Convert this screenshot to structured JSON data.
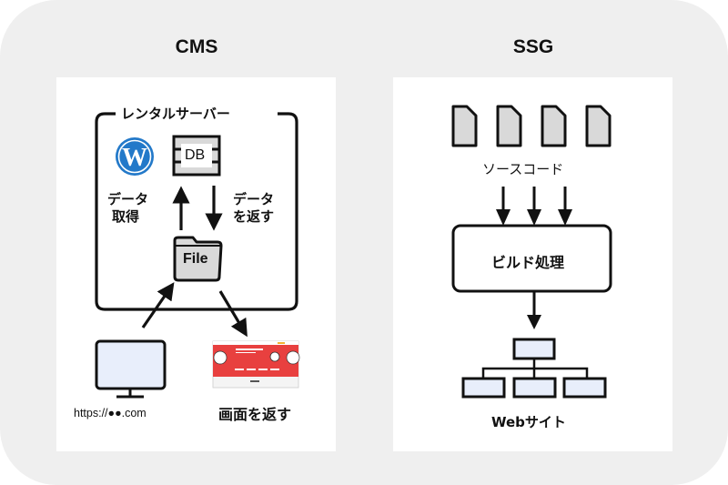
{
  "cms": {
    "title": "CMS",
    "server_label": "レンタルサーバー",
    "db_label": "DB",
    "file_label": "File",
    "fetch_label_line1": "データ",
    "fetch_label_line2": "取得",
    "return_label_line1": "データ",
    "return_label_line2": "を返す",
    "url_label": "https://●●.com",
    "screen_label": "画面を返す",
    "icons": [
      "wordpress-logo-icon",
      "database-icon",
      "folder-icon",
      "monitor-icon",
      "webpage-screenshot"
    ]
  },
  "ssg": {
    "title": "SSG",
    "source_label": "ソースコード",
    "build_label": "ビルド処理",
    "website_label": "Webサイト",
    "source_file_count": 4,
    "icons": [
      "document-icon",
      "sitemap-icon"
    ]
  },
  "colors": {
    "background": "#efefef",
    "panel": "#ffffff",
    "stroke": "#111111",
    "file_fill": "#d9d9d9",
    "node_fill": "#e8eefb",
    "wordpress_blue": "#2379c9",
    "screenshot_red": "#e8403f"
  }
}
